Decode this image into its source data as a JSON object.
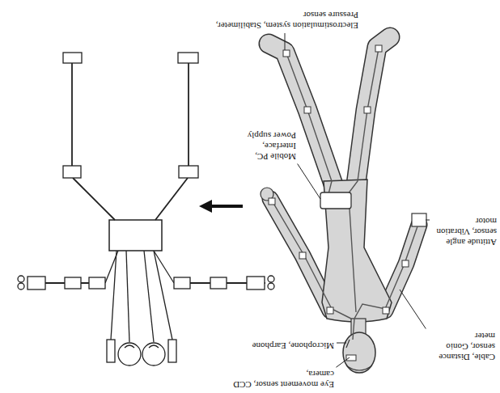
{
  "diagram": {
    "labels": [
      "Eye movement sensor, CCD camera,",
      "Microphone, Earphone",
      "Cable, Distance sensor, Gonio meter",
      "Attitude angle sensor, Vibration motor",
      "Mobile PC, Interface, Power supply",
      "Electrostimulation system, Stabilimeter, Pressure sensor"
    ]
  }
}
